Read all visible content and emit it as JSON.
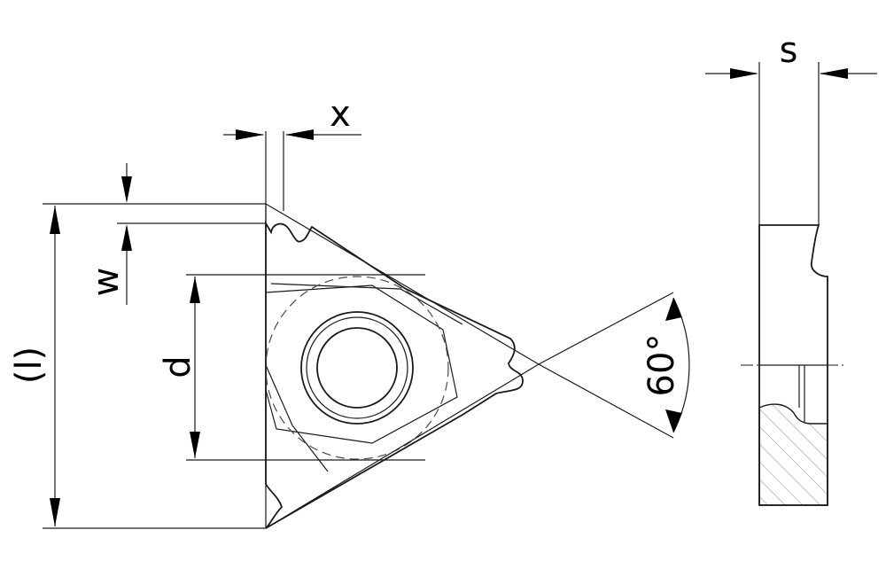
{
  "labels": {
    "s": "s",
    "x": "x",
    "w": "w",
    "l": "(l)",
    "d": "d",
    "angle": "60°"
  },
  "colors": {
    "insert_fill": "#f6b85e",
    "side_fill": "#e4e4e4",
    "line": "#1a1a1a",
    "background": "#ffffff"
  }
}
